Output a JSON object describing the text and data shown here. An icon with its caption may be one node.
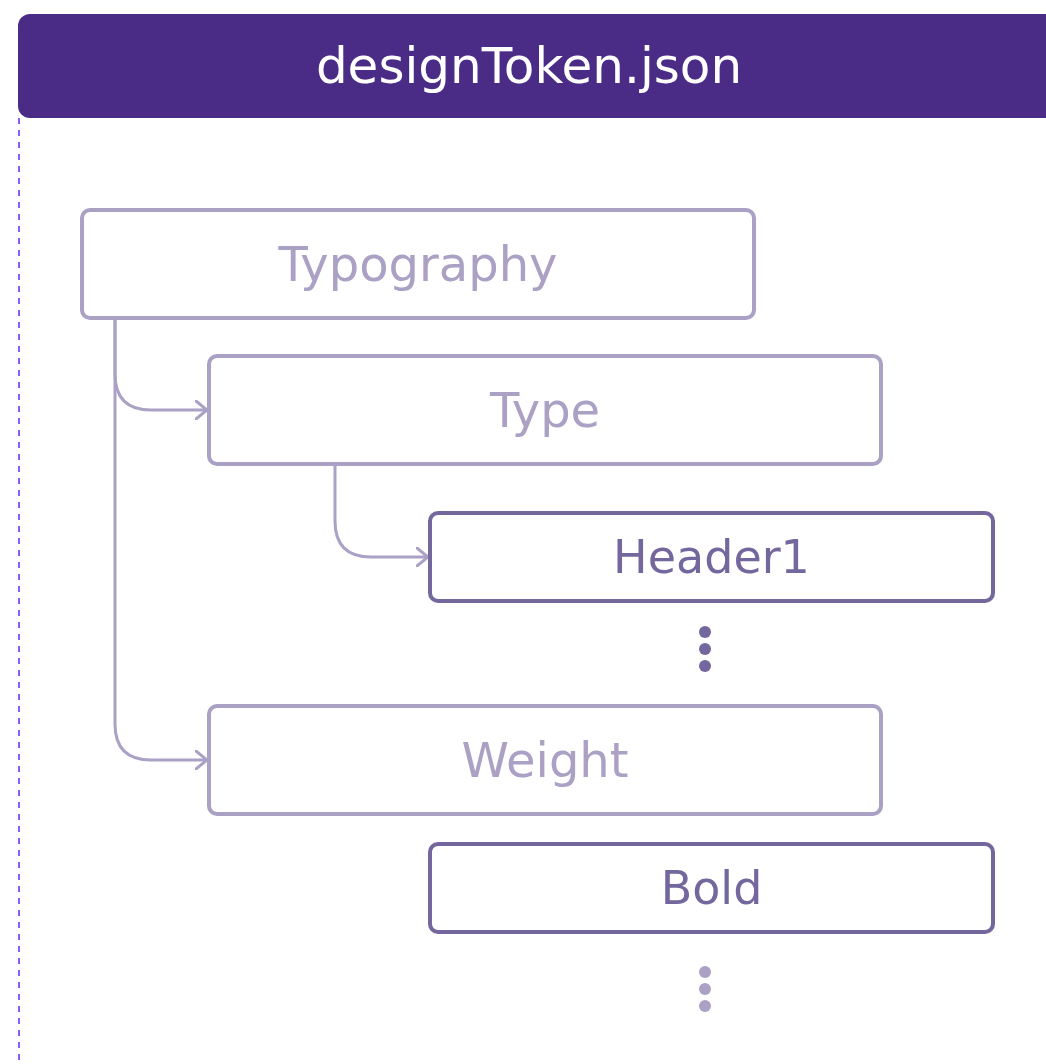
{
  "diagram": {
    "nodes": [
      {
        "text": [
          "designToken.json"
        ]
      },
      {
        "text": [
          "Typography"
        ]
      },
      {
        "text": [
          "Type"
        ]
      },
      {
        "text": [
          "Header1"
        ]
      },
      {
        "text": [
          "Weight"
        ]
      },
      {
        "text": [
          "Bold"
        ]
      }
    ],
    "edges": [
      {
        "from": 1,
        "to": 2,
        "arrow": "to"
      },
      {
        "from": 2,
        "to": 3,
        "arrow": "to"
      },
      {
        "from": 1,
        "to": 4,
        "arrow": "to"
      }
    ]
  }
}
